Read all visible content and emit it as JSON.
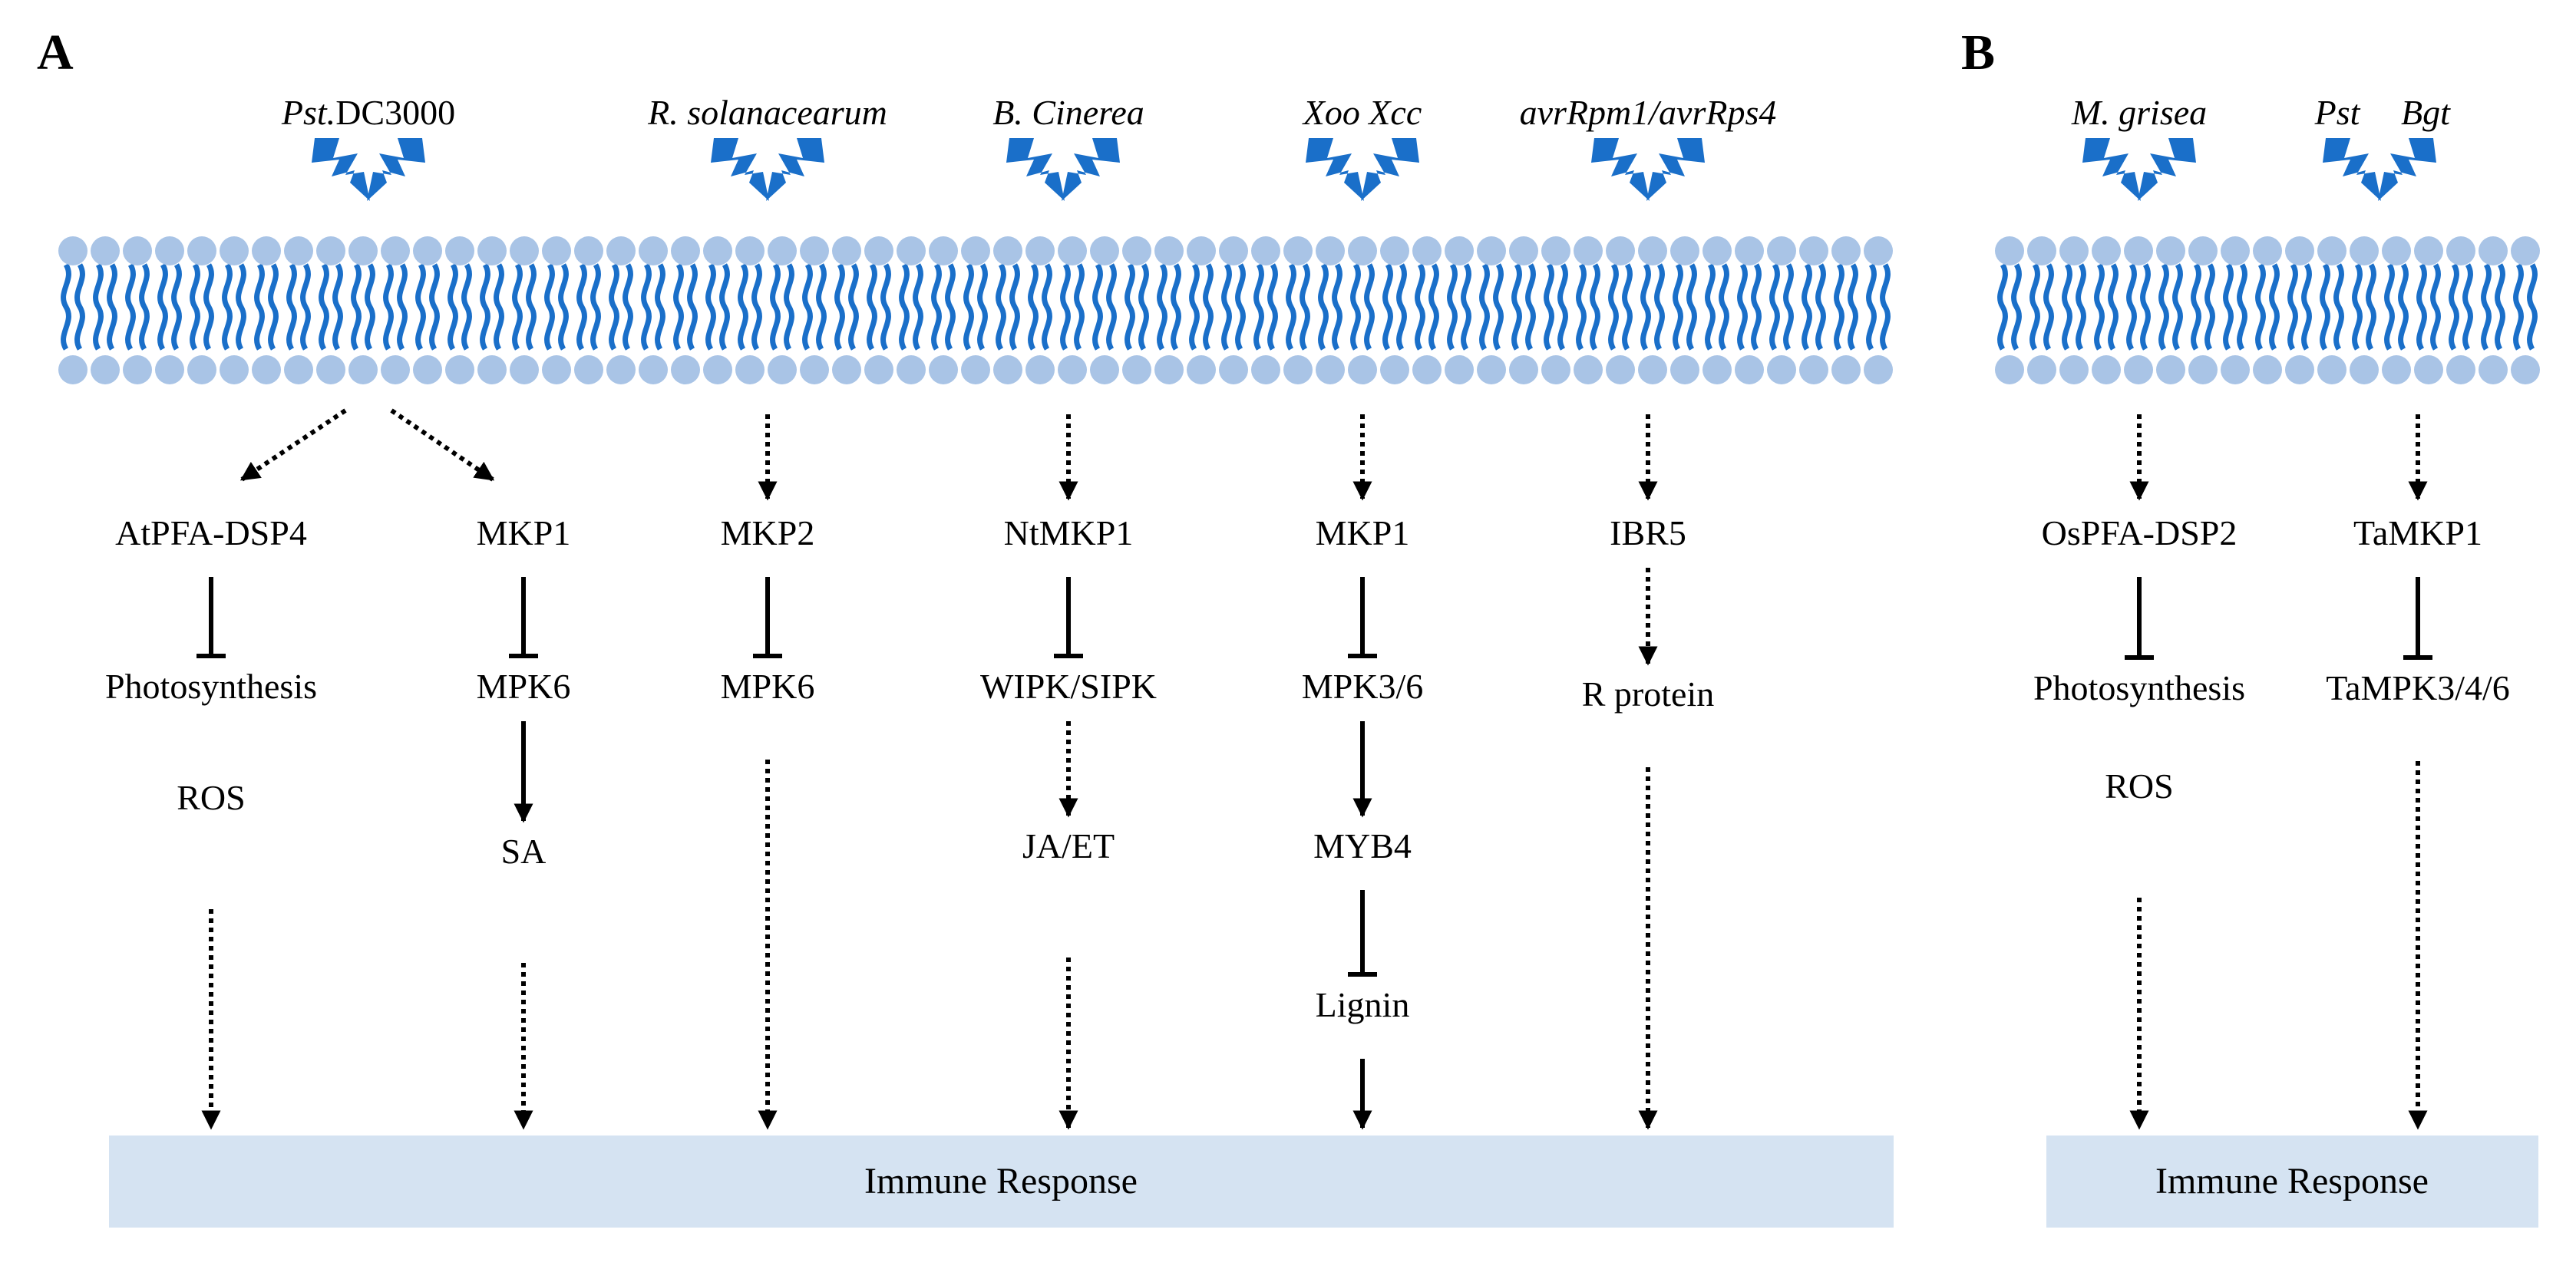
{
  "panels": [
    {
      "letter": "A",
      "immune_label": "Immune Response",
      "columns": [
        {
          "pathogen_parts": [
            {
              "text": "Pst.",
              "italic": true
            },
            {
              "text": "DC3000",
              "italic": false
            }
          ],
          "branches": [
            {
              "nodes": [
                "AtPFA-DSP4",
                "Photosynthesis",
                "ROS"
              ],
              "links": [
                "inhibit",
                "none",
                "dotted"
              ]
            },
            {
              "nodes": [
                "MKP1",
                "MPK6",
                "SA"
              ],
              "links": [
                "inhibit",
                "solid",
                "dotted"
              ]
            }
          ]
        },
        {
          "pathogen_parts": [
            {
              "text": "R. solanacearum",
              "italic": true
            }
          ],
          "branches": [
            {
              "nodes": [
                "MKP2",
                "MPK6"
              ],
              "links": [
                "inhibit",
                "dotted"
              ]
            }
          ]
        },
        {
          "pathogen_parts": [
            {
              "text": "B. Cinerea",
              "italic": true
            }
          ],
          "branches": [
            {
              "nodes": [
                "NtMKP1",
                "WIPK/SIPK",
                "JA/ET"
              ],
              "links": [
                "inhibit",
                "dotted",
                "dotted"
              ]
            }
          ]
        },
        {
          "pathogen_parts": [
            {
              "text": "Xoo Xcc",
              "italic": true
            }
          ],
          "branches": [
            {
              "nodes": [
                "MKP1",
                "MPK3/6",
                "MYB4",
                "Lignin"
              ],
              "links": [
                "inhibit",
                "solid",
                "inhibit",
                "solid"
              ]
            }
          ]
        },
        {
          "pathogen_parts": [
            {
              "text": "avrRpm1/avrRps4",
              "italic": true
            }
          ],
          "branches": [
            {
              "nodes": [
                "IBR5",
                "R protein"
              ],
              "links": [
                "dotted",
                "dotted"
              ]
            }
          ]
        }
      ]
    },
    {
      "letter": "B",
      "immune_label": "Immune Response",
      "columns": [
        {
          "pathogen_parts": [
            {
              "text": "M. grisea",
              "italic": true
            }
          ],
          "branches": [
            {
              "nodes": [
                "OsPFA-DSP2",
                "Photosynthesis",
                "ROS"
              ],
              "links": [
                "inhibit",
                "none",
                "dotted"
              ]
            }
          ]
        },
        {
          "pathogen_parts": [
            {
              "text": "Pst",
              "italic": true
            },
            {
              "text": "Bgt",
              "italic": true
            }
          ],
          "branches": [
            {
              "nodes": [
                "TaMKP1",
                "TaMPK3/4/6"
              ],
              "links": [
                "inhibit",
                "dotted"
              ]
            }
          ]
        }
      ]
    }
  ],
  "colors": {
    "lightning": "#1a6fc9",
    "membrane_head": "#a9c4e6",
    "membrane_tail": "#1a6fc9",
    "response_box": "#d5e3f2",
    "arrow": "#000000"
  },
  "icons": {
    "pathogen": "lightning-bolt-icon",
    "membrane": "lipid-bilayer-icon"
  }
}
